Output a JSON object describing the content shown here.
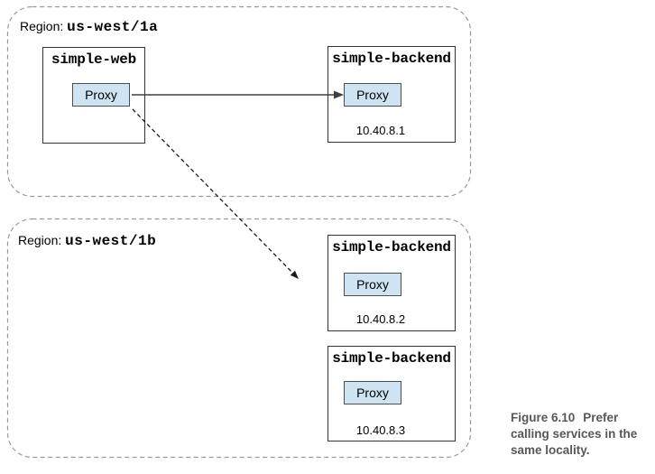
{
  "figure": {
    "regions": [
      {
        "label_prefix": "Region:",
        "name": "us-west/1a",
        "services": [
          {
            "title": "simple-web",
            "proxy": "Proxy"
          },
          {
            "title": "simple-backend",
            "proxy": "Proxy",
            "ip": "10.40.8.1"
          }
        ]
      },
      {
        "label_prefix": "Region:",
        "name": "us-west/1b",
        "services": [
          {
            "title": "simple-backend",
            "proxy": "Proxy",
            "ip": "10.40.8.2"
          },
          {
            "title": "simple-backend",
            "proxy": "Proxy",
            "ip": "10.40.8.3"
          }
        ]
      }
    ],
    "caption": {
      "label": "Figure 6.10",
      "text": "Prefer calling services in the same locality."
    },
    "colors": {
      "proxy_fill": "#cfe4f3",
      "proxy_border": "#4d4d4d",
      "box_border": "#333333",
      "region_border": "#9a9a9a",
      "arrow_solid": "#3f3f3f",
      "arrow_dashed": "#1a1a1a",
      "caption_text": "#56575b"
    }
  }
}
